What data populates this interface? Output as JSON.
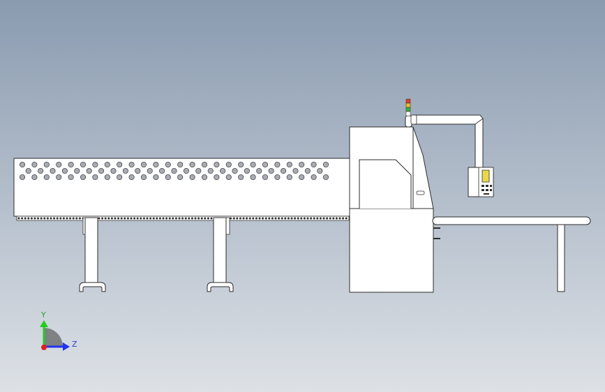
{
  "viewport": {
    "background_top": "#8a9bb0",
    "background_bottom": "#dde1e6"
  },
  "part": {
    "body_fill": "#ffffff",
    "line_color": "#2b2b2b",
    "hole_fill": "#a8acb2",
    "hole_stroke": "#3a3a3a",
    "screen_fill": "#e8d84a",
    "beacon_colors": [
      "#d9412b",
      "#e8c02a",
      "#3faa3f"
    ]
  },
  "feed_table": {
    "hole_rows": 3,
    "hole_columns": 26
  },
  "triad": {
    "y_label": "Y",
    "z_label": "Z",
    "y_color": "#22cc22",
    "z_color": "#2233ee",
    "x_color": "#dd2222",
    "y_label_color": "#2e9e3a",
    "z_label_color": "#2b3fd0"
  }
}
